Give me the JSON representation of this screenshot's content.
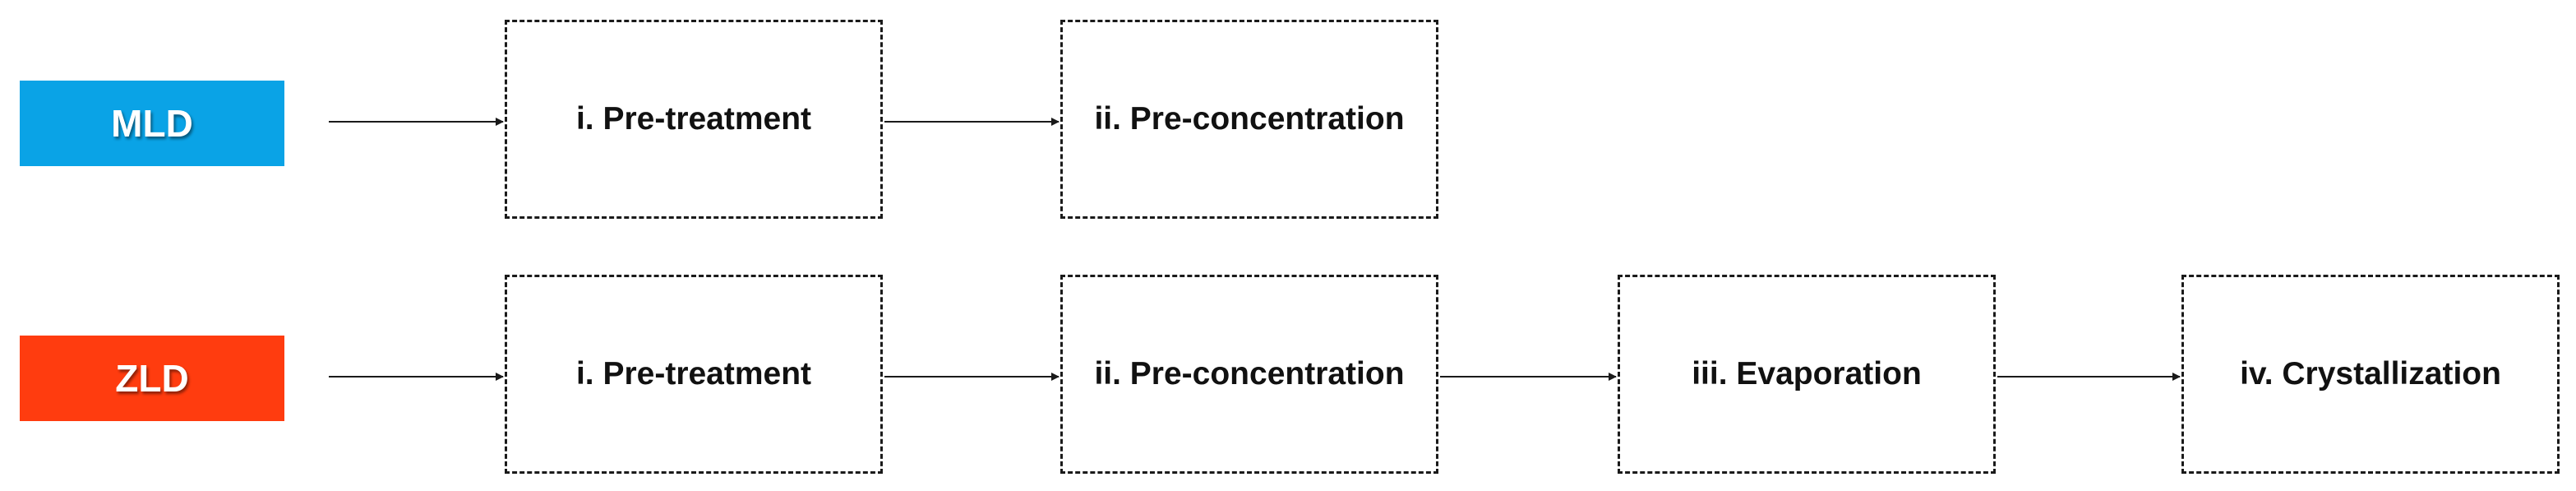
{
  "colors": {
    "mld": "#0aa3e6",
    "zld": "#ff3c0f",
    "box_border": "#1a1a1a",
    "arrow": "#1a1a1a"
  },
  "rows": [
    {
      "tag": "MLD",
      "steps": [
        "i. Pre-treatment",
        "ii. Pre-concentration"
      ]
    },
    {
      "tag": "ZLD",
      "steps": [
        "i. Pre-treatment",
        "ii. Pre-concentration",
        "iii. Evaporation",
        "iv. Crystallization"
      ]
    }
  ]
}
